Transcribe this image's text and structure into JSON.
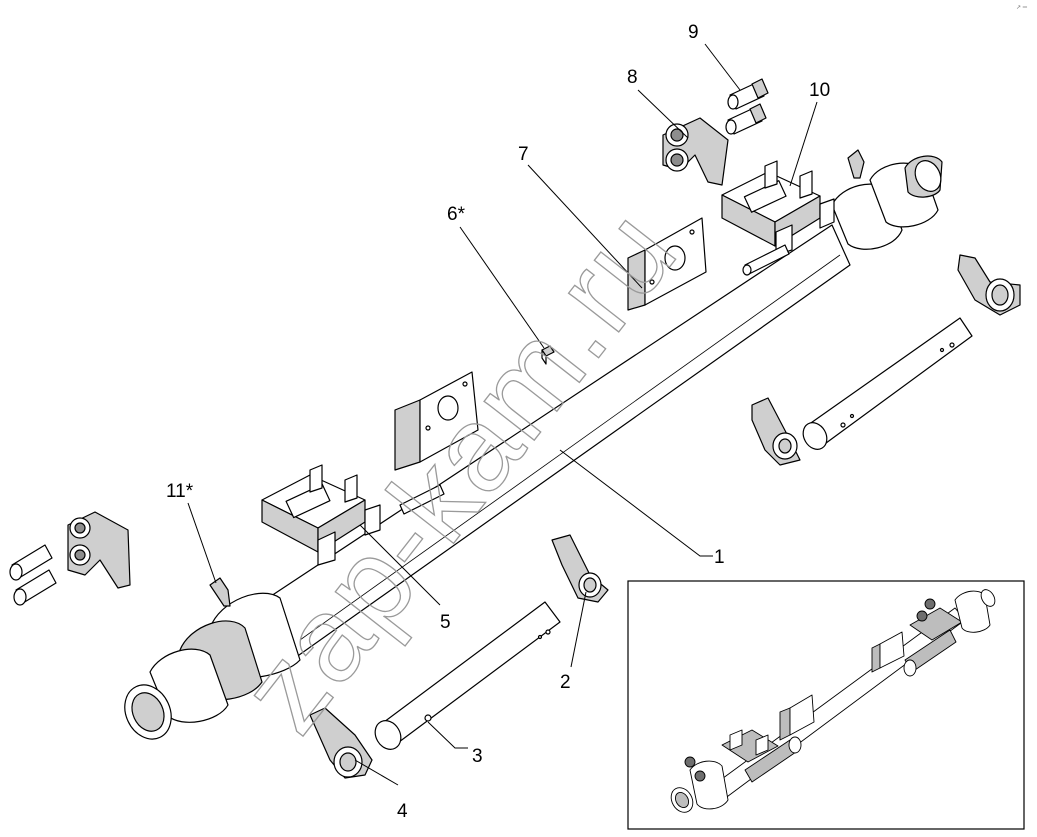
{
  "callouts": [
    {
      "id": "1",
      "text": "1"
    },
    {
      "id": "2",
      "text": "2"
    },
    {
      "id": "3",
      "text": "3"
    },
    {
      "id": "4",
      "text": "4"
    },
    {
      "id": "5",
      "text": "5"
    },
    {
      "id": "6",
      "text": "6*"
    },
    {
      "id": "7",
      "text": "7"
    },
    {
      "id": "8",
      "text": "8"
    },
    {
      "id": "9",
      "text": "9"
    },
    {
      "id": "10",
      "text": "10"
    },
    {
      "id": "11",
      "text": "11*"
    }
  ],
  "watermark": "zap-kam.ru",
  "corner_mark": "↗ ═"
}
